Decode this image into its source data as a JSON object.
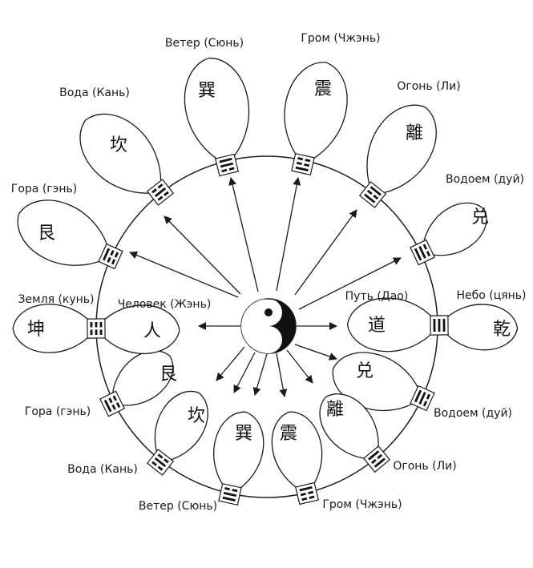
{
  "center": {
    "icon": "yin-yang-icon"
  },
  "outer_ring": [
    {
      "label": "Ветер (Сюнь)",
      "glyph": "巽",
      "trigram": [
        1,
        1,
        0
      ]
    },
    {
      "label": "Гром (Чжэнь)",
      "glyph": "震",
      "trigram": [
        0,
        0,
        1
      ]
    },
    {
      "label": "Огонь (Ли)",
      "glyph": "離",
      "trigram": [
        1,
        0,
        1
      ]
    },
    {
      "label": "Водоем (дуй)",
      "glyph": "兑",
      "trigram": [
        0,
        1,
        1
      ]
    },
    {
      "label": "Небо (цянь)",
      "glyph": "乾",
      "trigram": [
        1,
        1,
        1
      ]
    },
    {
      "label": "Водоем (дуй)",
      "glyph": "兑",
      "trigram": [
        0,
        1,
        1
      ]
    },
    {
      "label": "Огонь (Ли)",
      "glyph": "離",
      "trigram": [
        1,
        0,
        1
      ]
    },
    {
      "label": "Гром (Чжэнь)",
      "glyph": "震",
      "trigram": [
        0,
        0,
        1
      ]
    },
    {
      "label": "Ветер (Сюнь)",
      "glyph": "巽",
      "trigram": [
        1,
        1,
        0
      ]
    },
    {
      "label": "Вода (Кань)",
      "glyph": "坎",
      "trigram": [
        0,
        1,
        0
      ]
    },
    {
      "label": "Гора (гэнь)",
      "glyph": "艮",
      "trigram": [
        1,
        0,
        0
      ]
    },
    {
      "label": "Земля (кунь)",
      "glyph": "坤",
      "trigram": [
        0,
        0,
        0
      ]
    },
    {
      "label": "Гора (гэнь)",
      "glyph": "艮",
      "trigram": [
        1,
        0,
        0
      ]
    },
    {
      "label": "Вода (Кань)",
      "glyph": "坎",
      "trigram": [
        0,
        1,
        0
      ]
    }
  ],
  "inner": [
    {
      "label": "Человек (Жэнь)",
      "glyph": "人"
    },
    {
      "label": "Путь (Дао)",
      "glyph": "道"
    }
  ]
}
